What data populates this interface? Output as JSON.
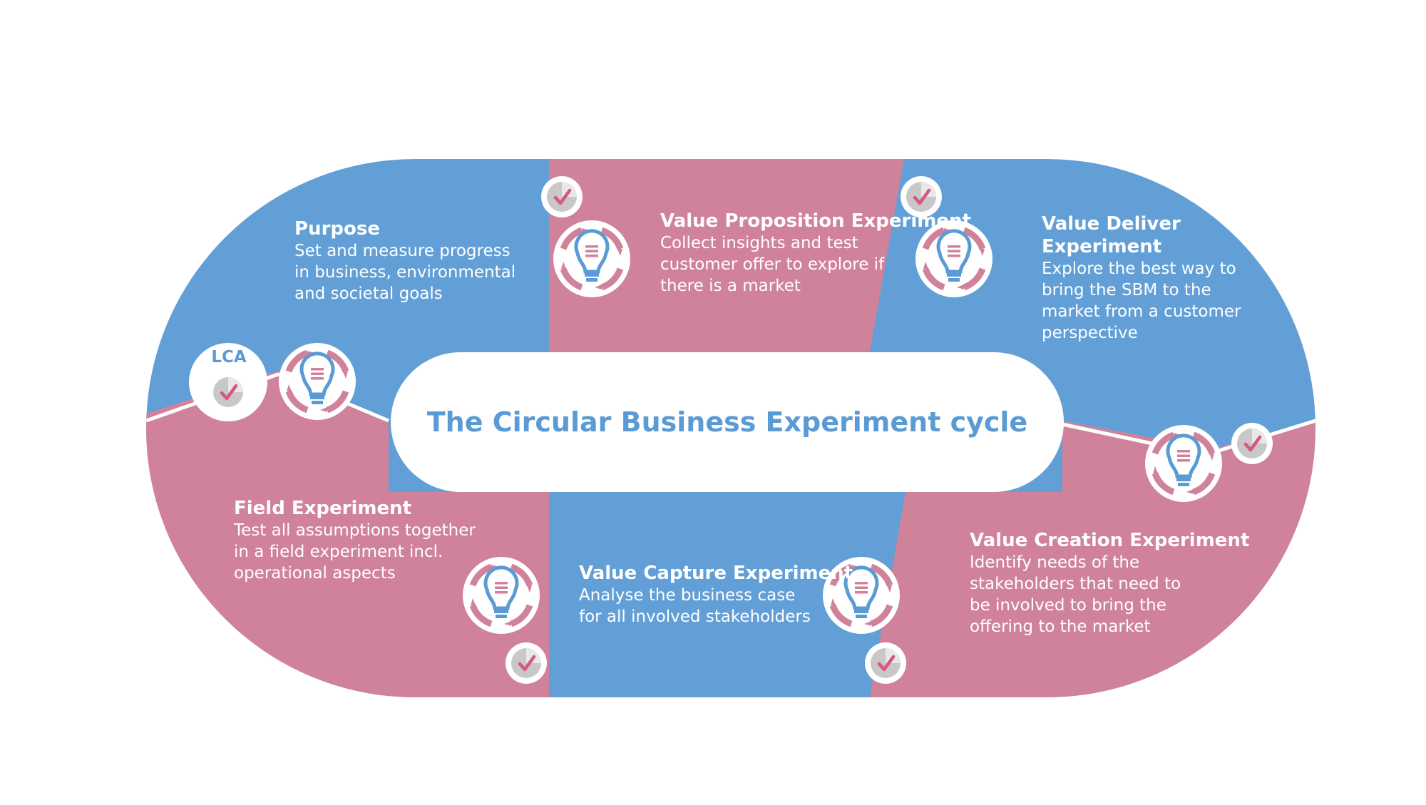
{
  "colors": {
    "blue": "#629fd6",
    "pink": "#d0829a",
    "white": "#ffffff",
    "title_blue": "#5b9bd5",
    "icon_grey": "#b8b8b8",
    "check_pink": "#d6587e"
  },
  "center": {
    "title": "The Circular Business Experiment cycle"
  },
  "lca": {
    "label": "LCA"
  },
  "segments": [
    {
      "id": "purpose",
      "title": "Purpose",
      "desc_lines": [
        "Set and measure progress",
        "in business, environmental",
        "and societal goals"
      ]
    },
    {
      "id": "value-proposition",
      "title": "Value Proposition Experiment",
      "desc_lines": [
        "Collect insights and test",
        "customer offer to explore if",
        "there is a market"
      ]
    },
    {
      "id": "value-deliver",
      "title_lines": [
        "Value Deliver",
        "Experiment"
      ],
      "desc_lines": [
        "Explore the best way to",
        "bring the SBM to the",
        "market from a customer",
        "perspective"
      ]
    },
    {
      "id": "value-creation",
      "title": "Value Creation Experiment",
      "desc_lines": [
        "Identify needs of the",
        "stakeholders that need to",
        "be involved to bring the",
        "offering to the market"
      ]
    },
    {
      "id": "value-capture",
      "title": "Value Capture Experiment",
      "desc_lines": [
        "Analyse the business case",
        "for all involved stakeholders"
      ]
    },
    {
      "id": "field",
      "title": "Field Experiment",
      "desc_lines": [
        "Test all assumptions together",
        "in a field experiment incl.",
        "operational aspects"
      ]
    }
  ],
  "icons": {
    "lightbulb": "lightbulb-cycle-icon",
    "check": "check-pie-icon"
  }
}
